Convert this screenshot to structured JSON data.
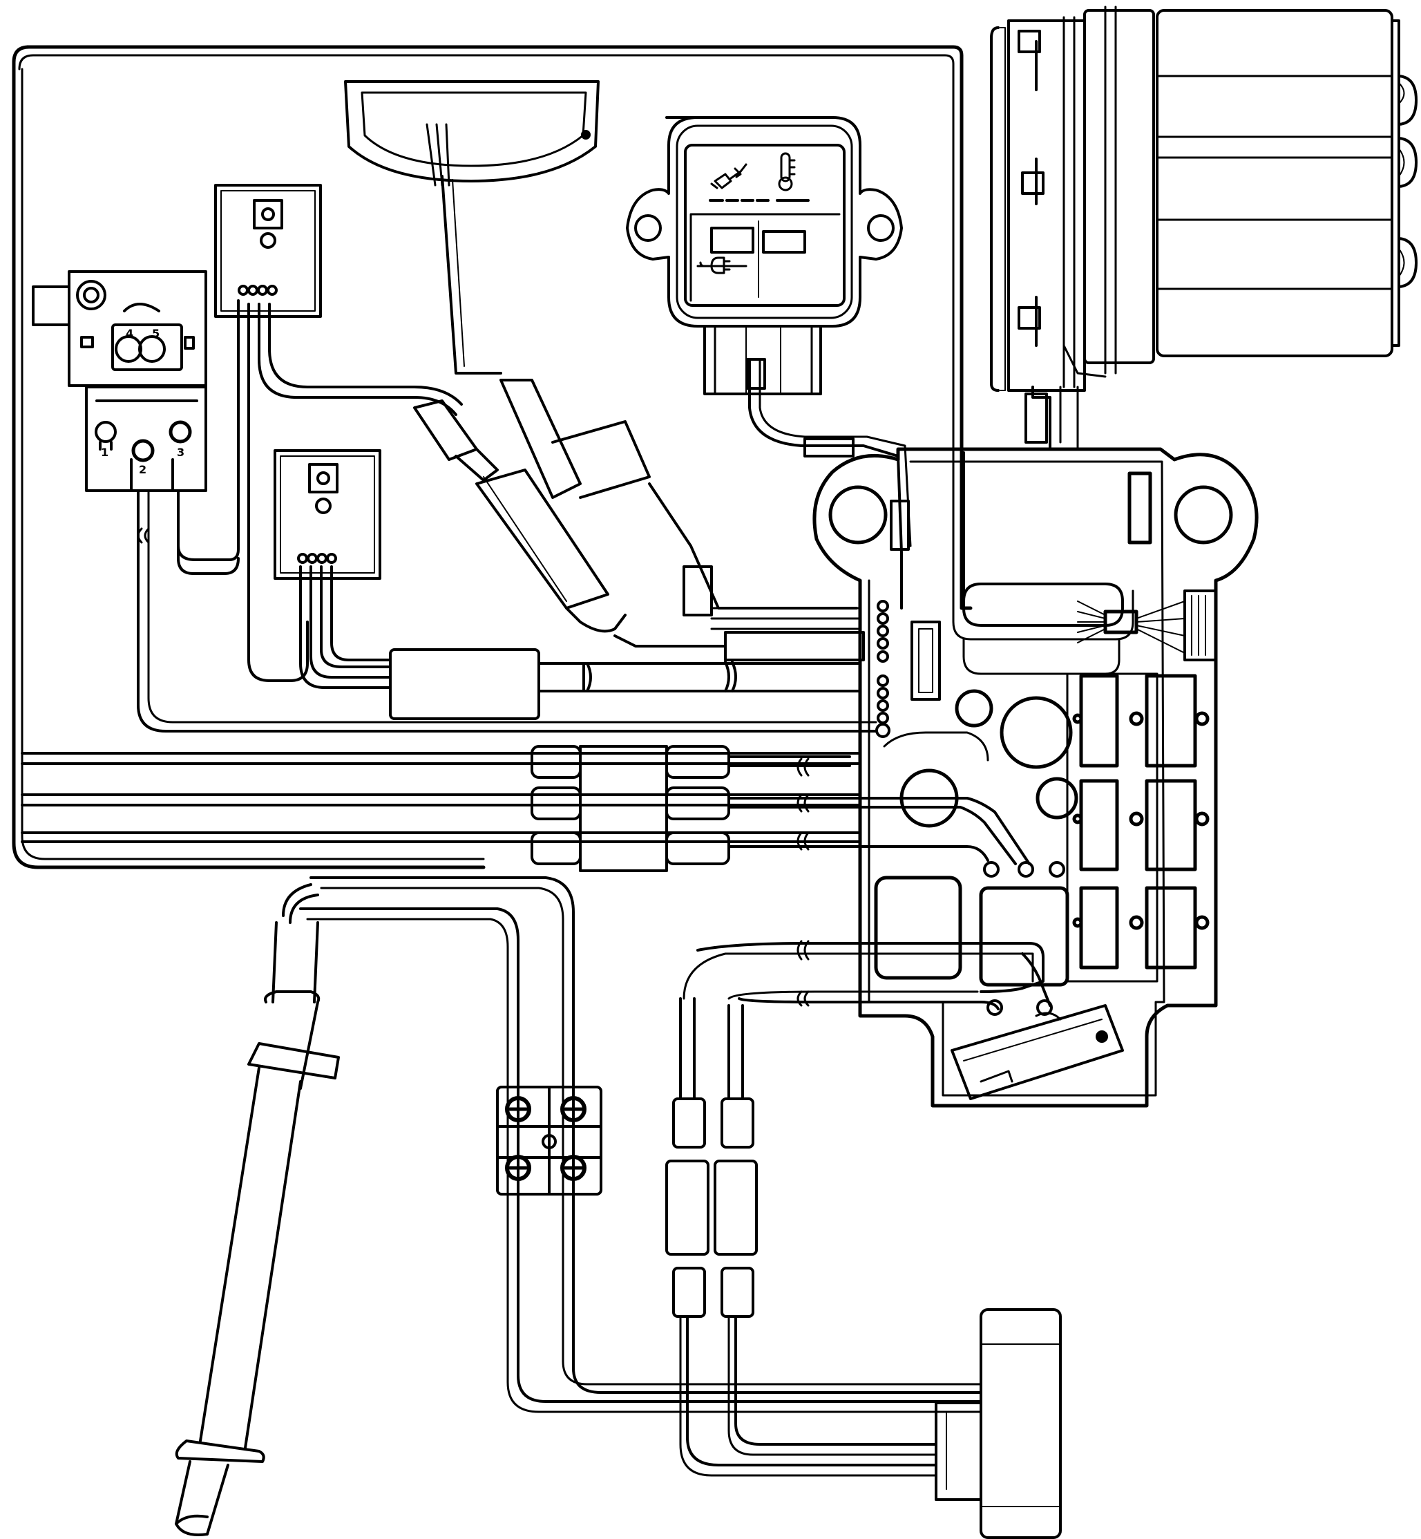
{
  "terminal_block": {
    "pin_labels": [
      "1",
      "2",
      "3",
      "4",
      "5"
    ]
  },
  "panel": {
    "icons": [
      "plug-lightning-icon",
      "thermometer-icon",
      "plug-icon"
    ],
    "indicator_count": 4
  },
  "colors": {
    "line": "#000000",
    "background": "#ffffff"
  }
}
